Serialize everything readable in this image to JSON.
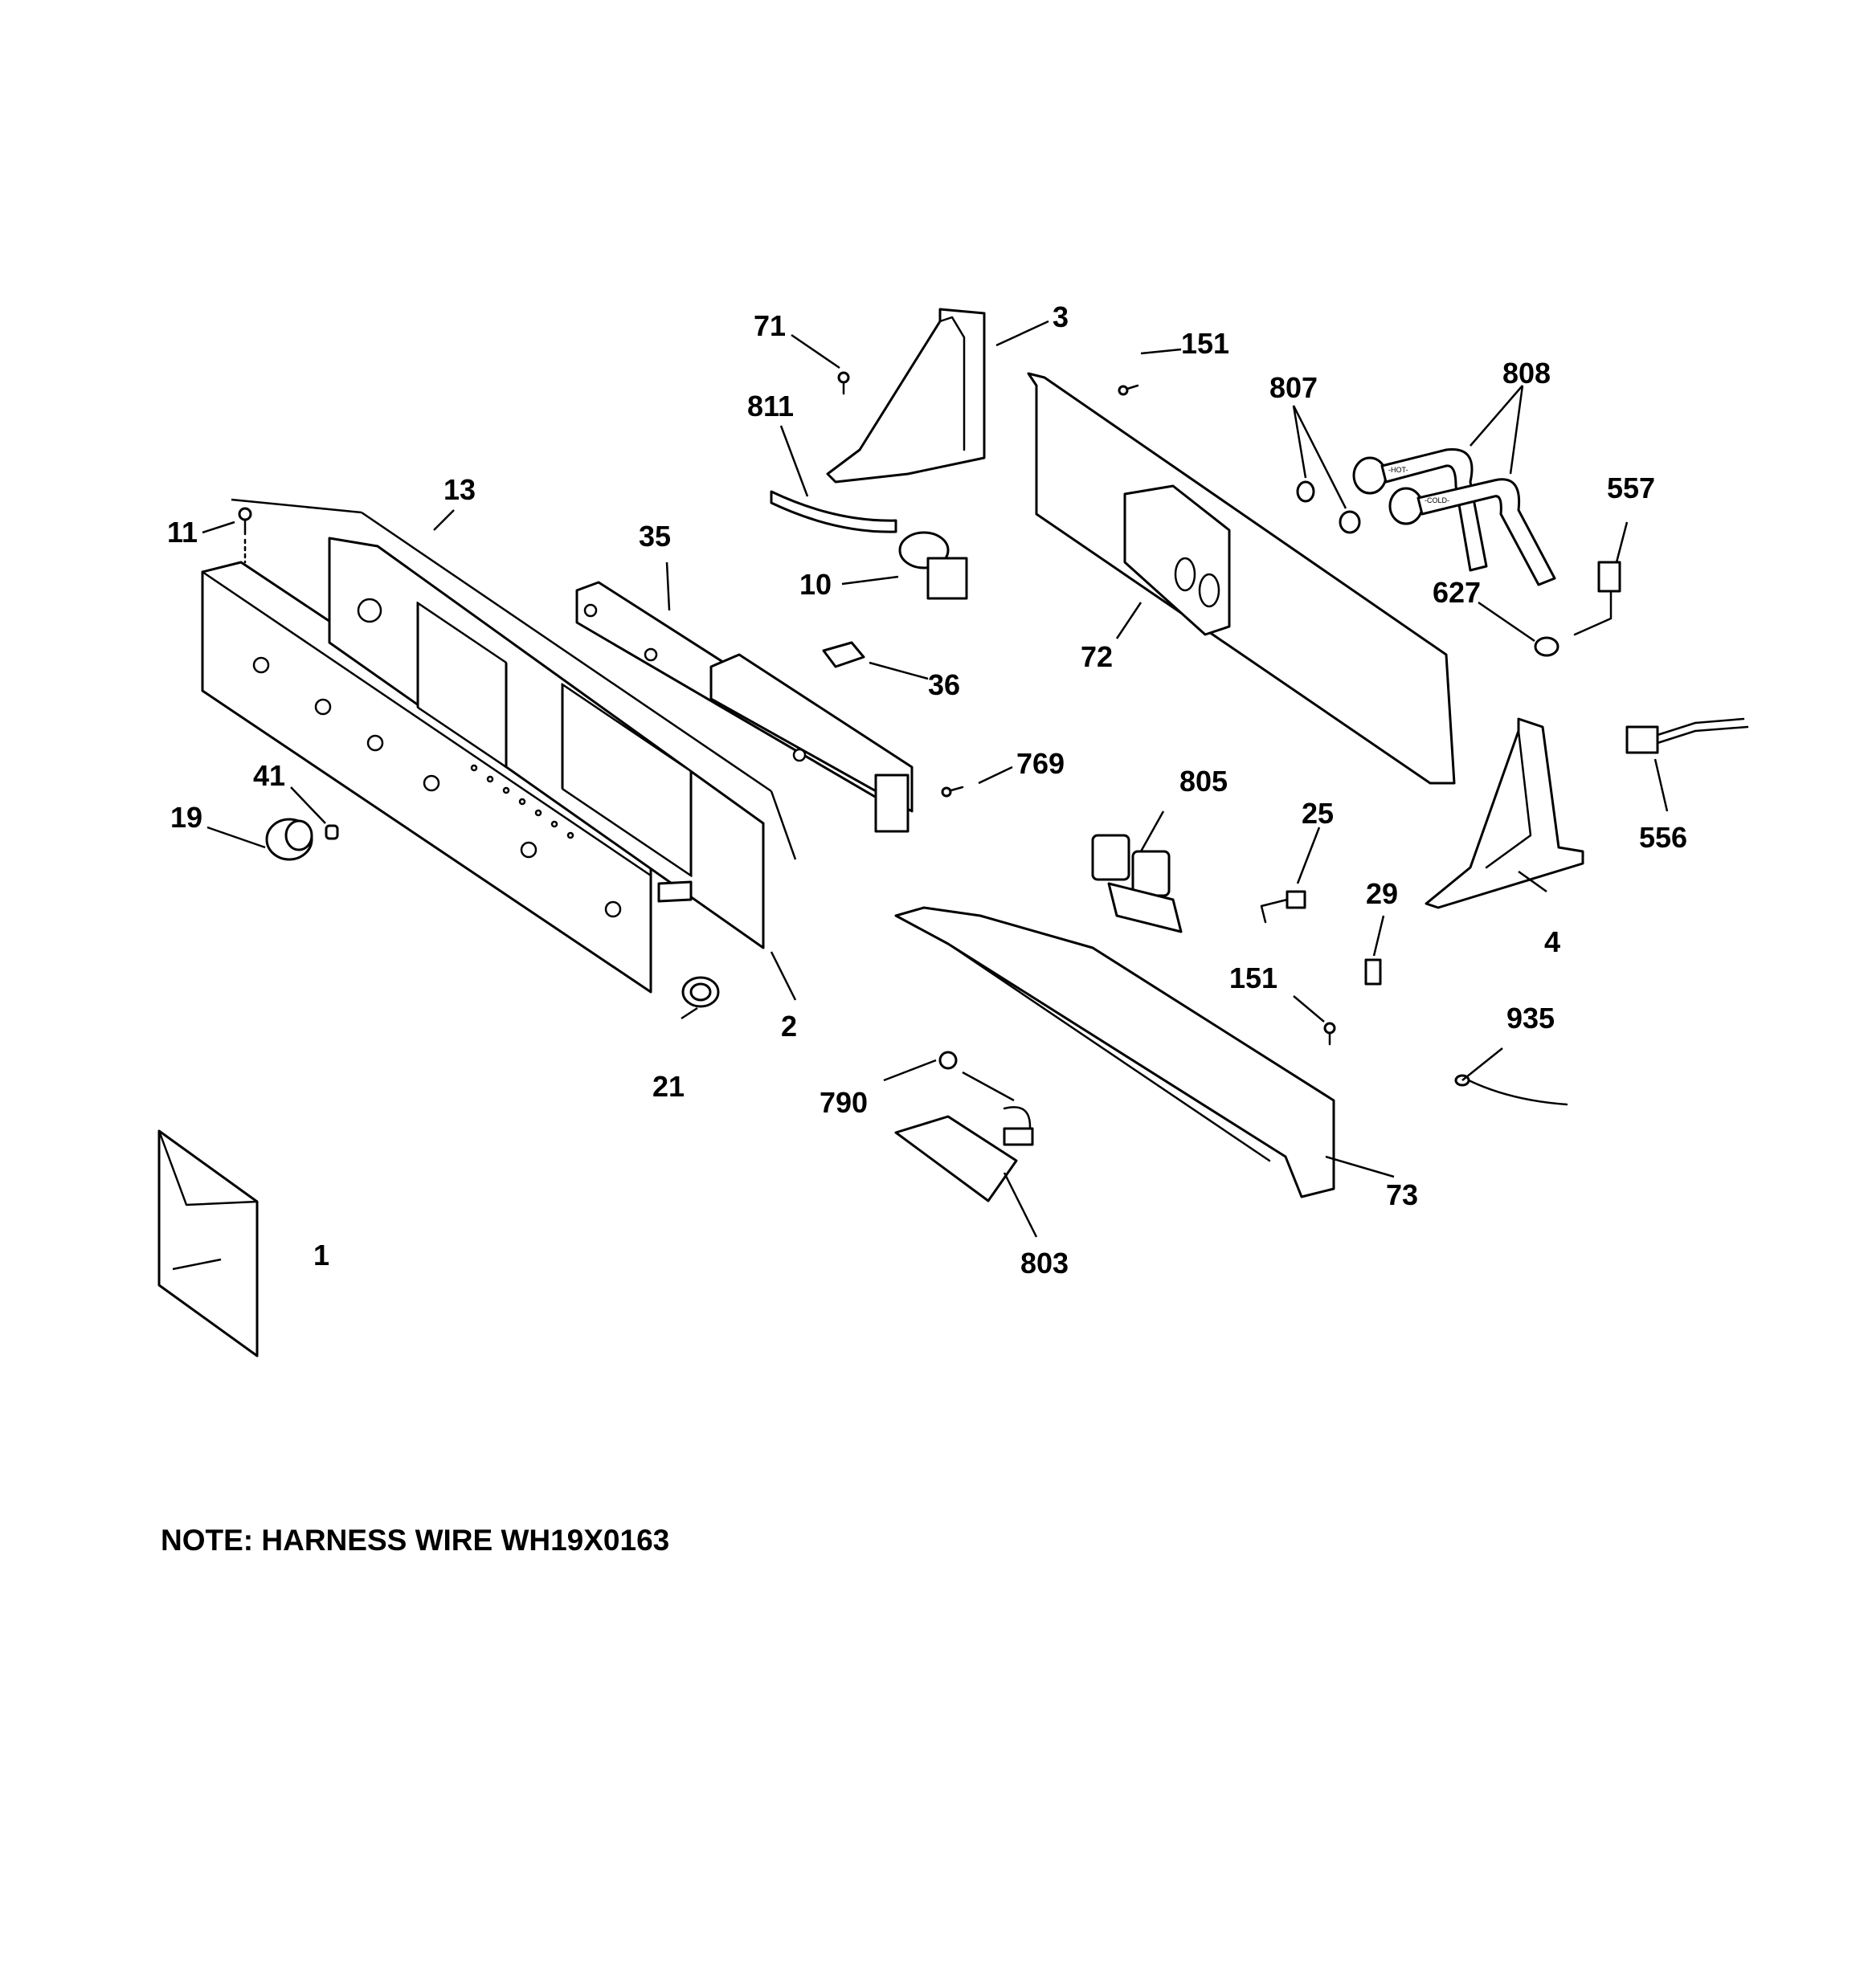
{
  "callouts": {
    "c1": "1",
    "c2": "2",
    "c3": "3",
    "c4": "4",
    "c10": "10",
    "c11": "11",
    "c13": "13",
    "c19": "19",
    "c21": "21",
    "c25": "25",
    "c29": "29",
    "c35": "35",
    "c36": "36",
    "c41": "41",
    "c71": "71",
    "c72": "72",
    "c73": "73",
    "c151a": "151",
    "c151b": "151",
    "c556": "556",
    "c557": "557",
    "c627": "627",
    "c769": "769",
    "c790": "790",
    "c803": "803",
    "c805": "805",
    "c807": "807",
    "c808": "808",
    "c811": "811",
    "c935": "935"
  },
  "hose_labels": {
    "hot": "-HOT-",
    "cold": "-COLD-"
  },
  "note": "NOTE: HARNESS WIRE WH19X0163"
}
